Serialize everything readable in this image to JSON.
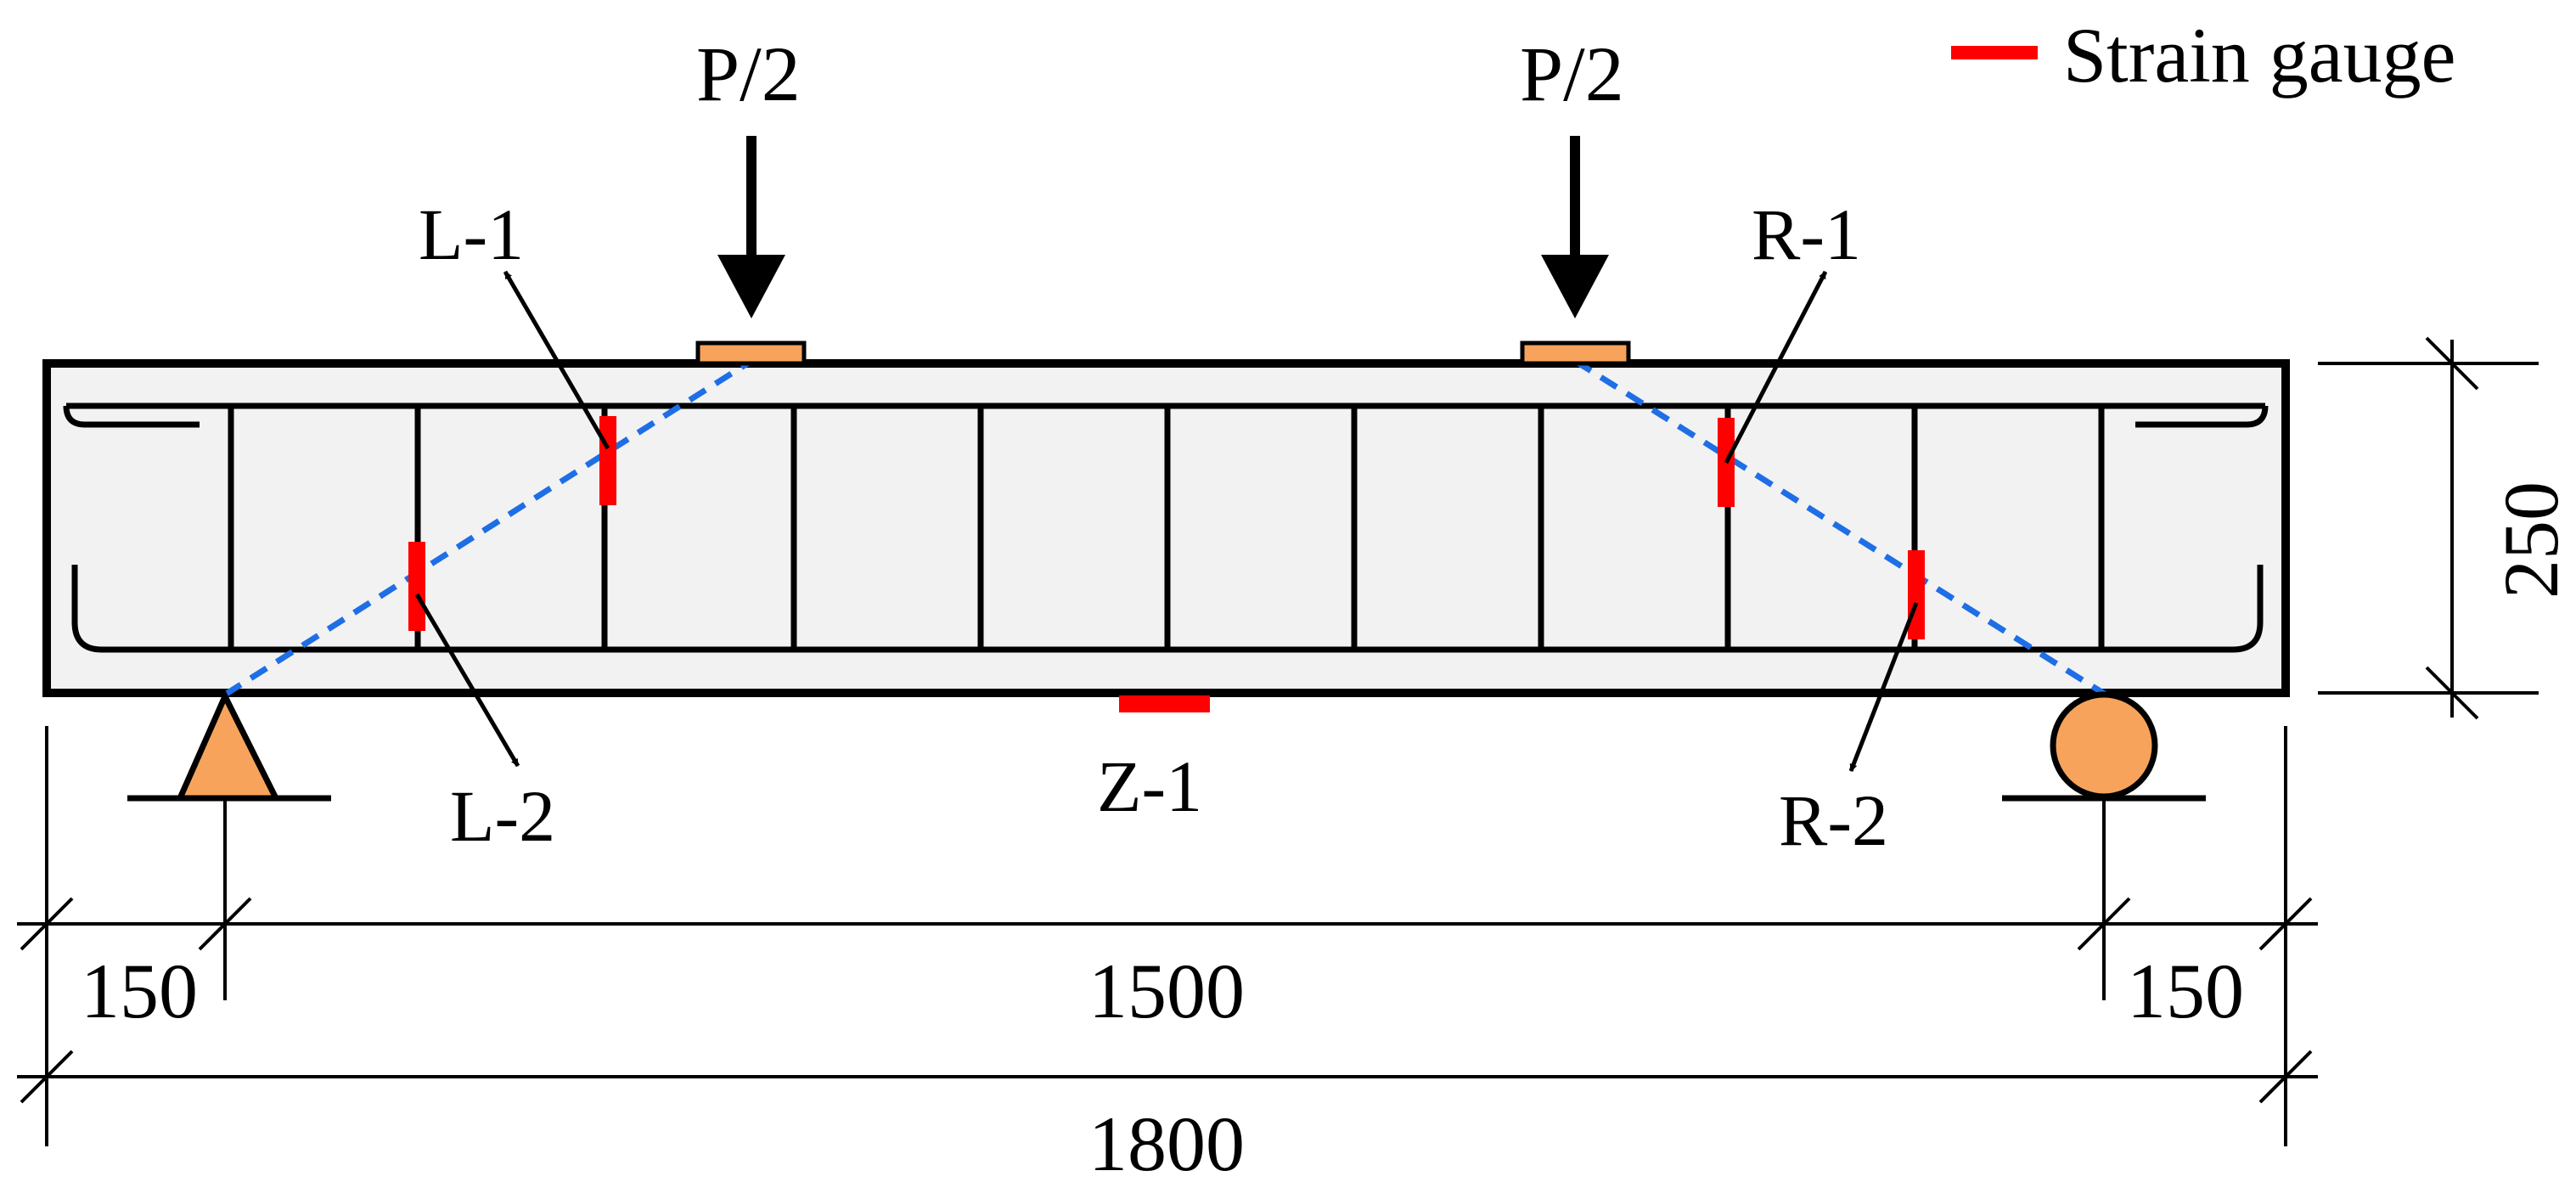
{
  "legend": {
    "label": "Strain gauge"
  },
  "loads": {
    "left": "P/2",
    "right": "P/2"
  },
  "gauge_labels": {
    "l1": "L-1",
    "l2": "L-2",
    "r1": "R-1",
    "r2": "R-2",
    "z1": "Z-1"
  },
  "dimensions": {
    "left_overhang": "150",
    "span": "1500",
    "right_overhang": "150",
    "total": "1800",
    "height": "250"
  },
  "colors": {
    "gauge": "#ff0000",
    "crack_line": "#1e6ee6",
    "support": "#f7a35c",
    "load_plate": "#f7a35c",
    "beam_fill": "#f2f2f2",
    "line": "#000000"
  }
}
